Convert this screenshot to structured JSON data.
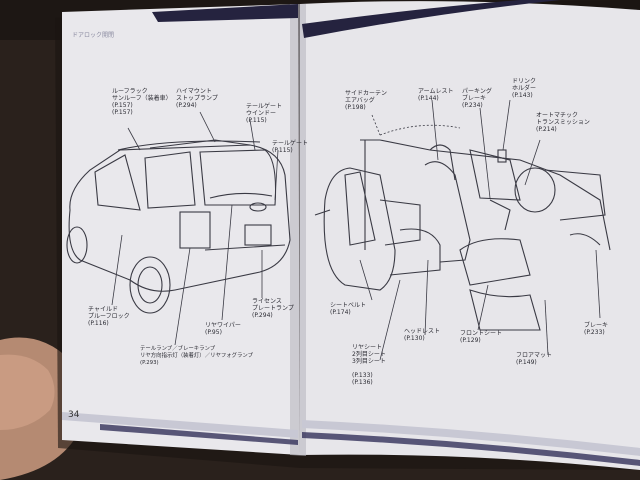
{
  "book": {
    "header_text": "ドアロック開閉",
    "page_number": "34"
  },
  "exterior_labels": [
    {
      "text": "ルーフラック\nサンルーフ（装着車）",
      "ref": "(P.157)\n(P.157)"
    },
    {
      "text": "ハイマウント\nストップランプ",
      "ref": "(P.294)"
    },
    {
      "text": "テールゲート\nウインドー",
      "ref": "(P.115)"
    },
    {
      "text": "テールゲート",
      "ref": "(P.115)"
    },
    {
      "text": "チャイルド\nプルーフロック",
      "ref": "(P.116)"
    },
    {
      "text": "テールランプ／ブレーキランプ\nリヤ方向指示灯（装着灯）／リヤフォグランプ",
      "ref": "(P.293)"
    },
    {
      "text": "リヤワイパー",
      "ref": "(P.95)"
    },
    {
      "text": "ライセンス\nプレートランプ",
      "ref": "(P.294)"
    }
  ],
  "interior_labels": [
    {
      "text": "サイドカーテン\nエアバッグ",
      "ref": "(P.198)"
    },
    {
      "text": "アームレスト",
      "ref": "(P.144)"
    },
    {
      "text": "パーキング\nブレーキ",
      "ref": "(P.234)"
    },
    {
      "text": "ドリンク\nホルダー",
      "ref": "(P.143)"
    },
    {
      "text": "オートマチック\nトランスミッション",
      "ref": "(P.214)"
    },
    {
      "text": "シートベルト",
      "ref": "(P.174)"
    },
    {
      "text": "ヘッドレスト",
      "ref": "(P.130)"
    },
    {
      "text": "フロントシート",
      "ref": "(P.129)"
    },
    {
      "text": "リヤシート\n2列目シート\n3列目シート",
      "ref": "\n(P.133)\n(P.136)"
    },
    {
      "text": "フロアマット",
      "ref": "(P.149)"
    },
    {
      "text": "ブレーキ",
      "ref": "(P.233)"
    }
  ],
  "colors": {
    "background": "#2a211c",
    "page_paper": "#ecebef",
    "navy_stripe": "#25233f",
    "line_art": "#3a3a44"
  }
}
